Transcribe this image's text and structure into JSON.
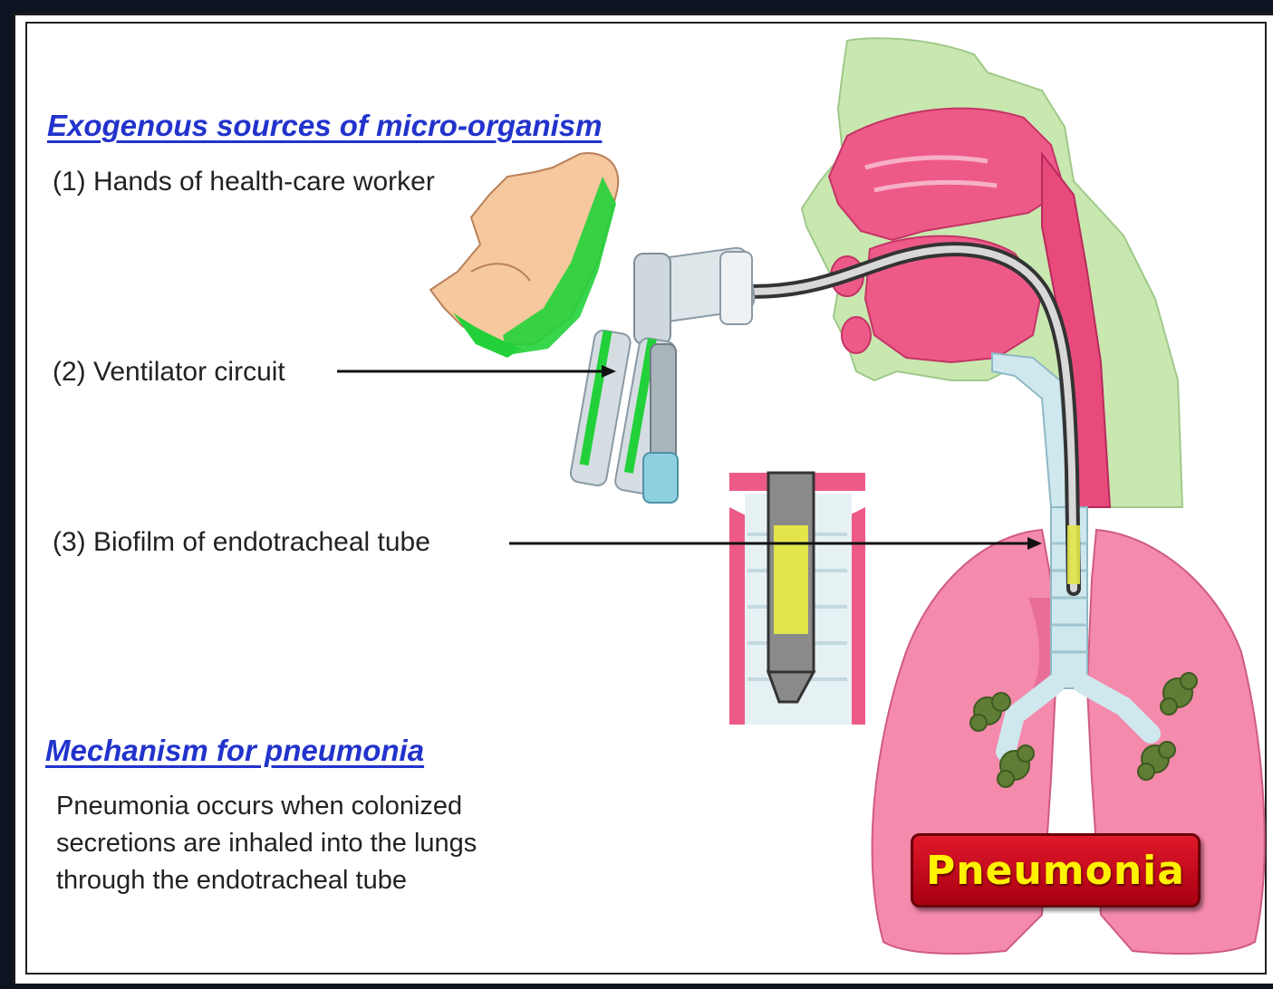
{
  "exogenous": {
    "heading": "Exogenous sources of micro-organism",
    "items": [
      "(1) Hands of health-care worker",
      "(2) Ventilator circuit",
      "(3) Biofilm of endotracheal tube"
    ]
  },
  "mechanism": {
    "heading": "Mechanism for pneumonia",
    "lines": [
      "Pneumonia occurs when colonized",
      "secretions are inhaled into the lungs",
      "through the endotracheal tube"
    ]
  },
  "illustration": {
    "label": "Pneumonia",
    "icons": [
      "hand-icon",
      "ventilator-circuit-icon",
      "endotracheal-tube-detail-icon",
      "head-airway-icon",
      "lungs-icon"
    ],
    "colors": {
      "contamination": "#22d13a",
      "tissue_pink": "#ee5a88",
      "skin_green": "#c8e8b0",
      "lung_pink": "#f48aac",
      "label_red": "#d0101f",
      "label_text": "#fff200",
      "heading_blue": "#2233cc"
    }
  }
}
